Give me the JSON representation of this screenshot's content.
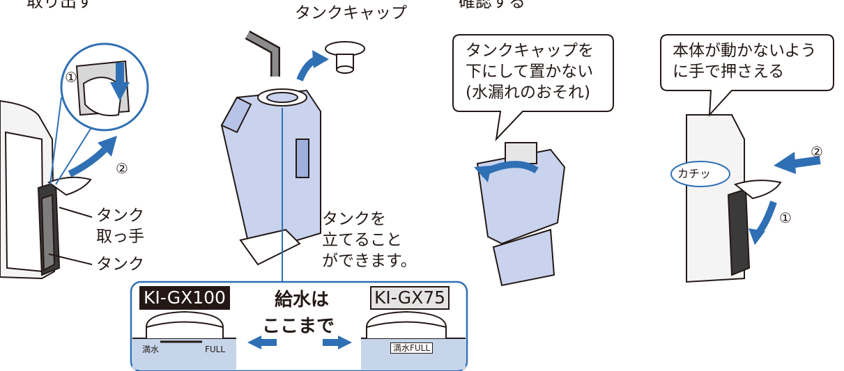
{
  "headings": {
    "left": "取り出す",
    "right": "確認する"
  },
  "left_panel": {
    "step1": "①",
    "step2": "②",
    "tank_handle": [
      "タンク",
      "取っ手"
    ],
    "tank": "タンク"
  },
  "center_panel": {
    "tank_cap": "タンクキャップ",
    "stand_note": [
      "タンクを",
      "立てること",
      "ができます。"
    ]
  },
  "water_box": {
    "model_left": "KI-GX100",
    "model_right": "KI-GX75",
    "fill_line": [
      "給水は",
      "ここまで"
    ],
    "full_jp_left": "満水",
    "full_en_left": "FULL",
    "full_right": "満水FULL"
  },
  "bubble_cap": [
    "タンクキャップを",
    "下にして置かない",
    "(水漏れのおそれ)"
  ],
  "bubble_hold": [
    "本体が動かないよう",
    "に手で押さえる"
  ],
  "right_panel": {
    "click": "カチッ",
    "step1": "①",
    "step2": "②"
  },
  "colors": {
    "accent_blue": "#2f6fb4",
    "tank_fill": "#c9d3ee",
    "water_fill": "#c6d5ea"
  }
}
